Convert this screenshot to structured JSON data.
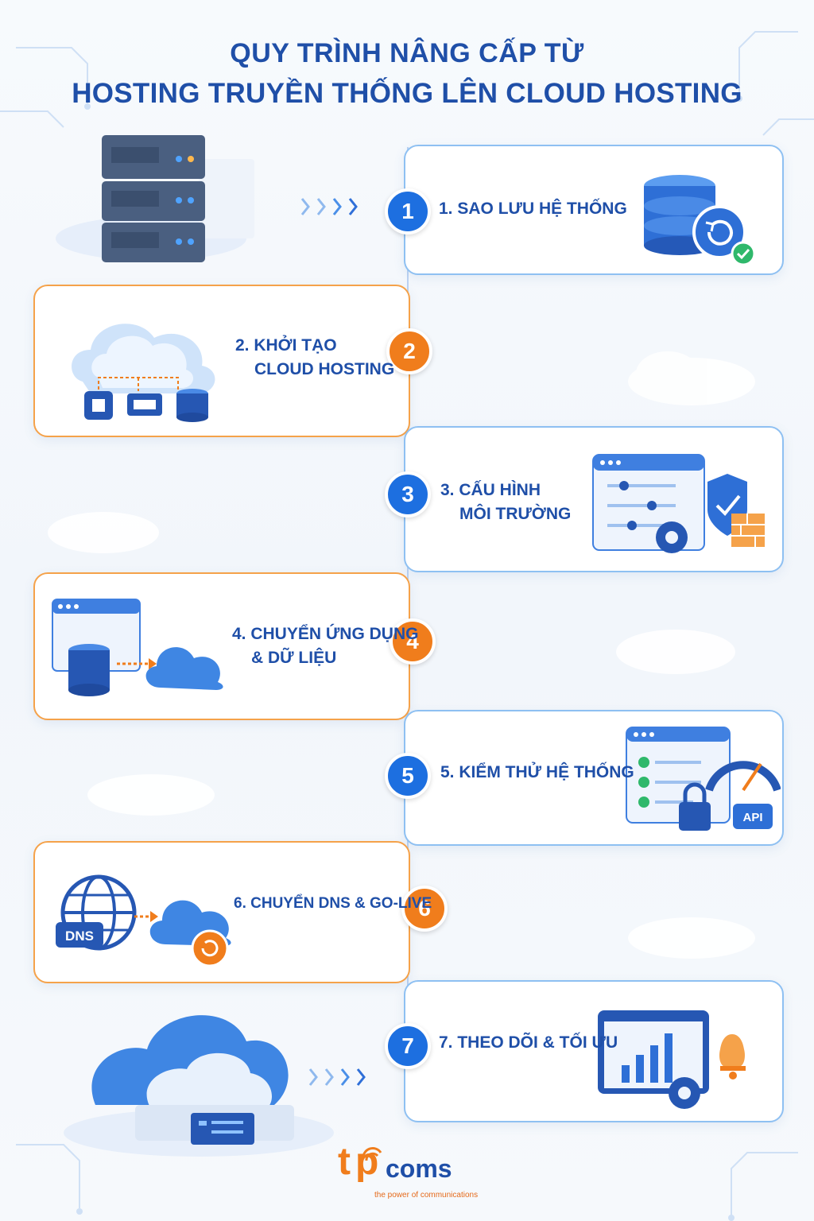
{
  "title": {
    "line1": "QUY TRÌNH NÂNG CẤP TỪ",
    "line2": "HOSTING TRUYỀN THỐNG LÊN CLOUD HOSTING"
  },
  "steps": [
    {
      "num": "1",
      "line1": "1. SAO LƯU HỆ THỐNG",
      "line2": ""
    },
    {
      "num": "2",
      "line1": "2. KHỞI TẠO",
      "line2": "CLOUD HOSTING"
    },
    {
      "num": "3",
      "line1": "3. CẤU HÌNH",
      "line2": "MÔI TRƯỜNG"
    },
    {
      "num": "4",
      "line1": "4. CHUYỂN ỨNG DỤNG",
      "line2": "& DỮ LIỆU"
    },
    {
      "num": "5",
      "line1": "5. KIỂM THỬ HỆ THỐNG",
      "line2": ""
    },
    {
      "num": "6",
      "line1": "6. CHUYỂN DNS & GO-LIVE",
      "line2": ""
    },
    {
      "num": "7",
      "line1": "7. THEO DÕI & TỐI ƯU",
      "line2": ""
    }
  ],
  "icon_text": {
    "dns": "DNS",
    "api": "API"
  },
  "logo": {
    "t": "t",
    "p": "p",
    "coms": "coms",
    "tagline": "the power of communications"
  },
  "colors": {
    "primary_blue": "#1f4fa8",
    "step_blue": "#1d6fe0",
    "step_orange": "#f07d1c",
    "card_border_blue": "#8ec0f2",
    "card_border_orange": "#f5a24a"
  }
}
